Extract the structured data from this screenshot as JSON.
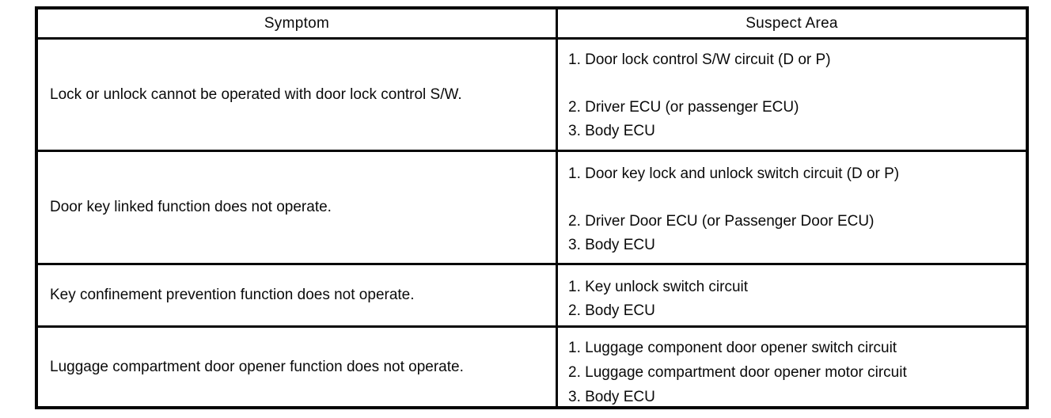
{
  "table": {
    "headers": {
      "symptom": "Symptom",
      "suspect_area": "Suspect Area"
    },
    "rows": [
      {
        "symptom": "Lock or unlock cannot be operated with door lock control S/W.",
        "suspects": [
          "1. Door lock control S/W circuit (D or P)",
          "2. Driver ECU (or passenger ECU)",
          "3. Body ECU"
        ]
      },
      {
        "symptom": "Door key linked function does not operate.",
        "suspects": [
          "1. Door key lock and unlock switch circuit (D or P)",
          "2. Driver Door ECU (or Passenger Door ECU)",
          "3. Body ECU"
        ]
      },
      {
        "symptom": "Key confinement prevention function does not operate.",
        "suspects": [
          "1. Key unlock switch circuit",
          "2. Body ECU"
        ]
      },
      {
        "symptom": "Luggage compartment door opener function does not operate.",
        "suspects": [
          "1. Luggage component door opener switch circuit",
          "2. Luggage compartment door opener motor circuit",
          "3. Body ECU"
        ]
      }
    ],
    "colors": {
      "border": "#050505",
      "text": "#0a0a0a",
      "background": "#ffffff"
    }
  }
}
